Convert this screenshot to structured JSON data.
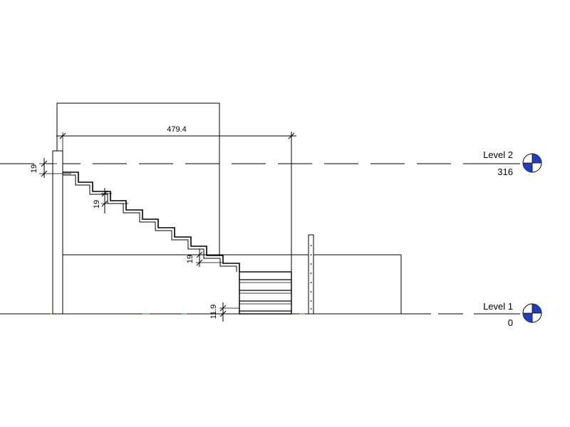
{
  "levels": [
    {
      "id": "level-2",
      "name": "Level 2",
      "elevation": "316"
    },
    {
      "id": "level-1",
      "name": "Level 1",
      "elevation": "0"
    }
  ],
  "dimensions": {
    "horizontal_length": "479.4",
    "top_riser": "19",
    "stair_riser": "19",
    "landing_riser": "19",
    "bottom_step": "11.9"
  },
  "colors": {
    "line": "#000000",
    "marker_blue": "#1f3fbf",
    "ground_green": "#3aa03a"
  },
  "icons": [
    "level-head-icon"
  ]
}
